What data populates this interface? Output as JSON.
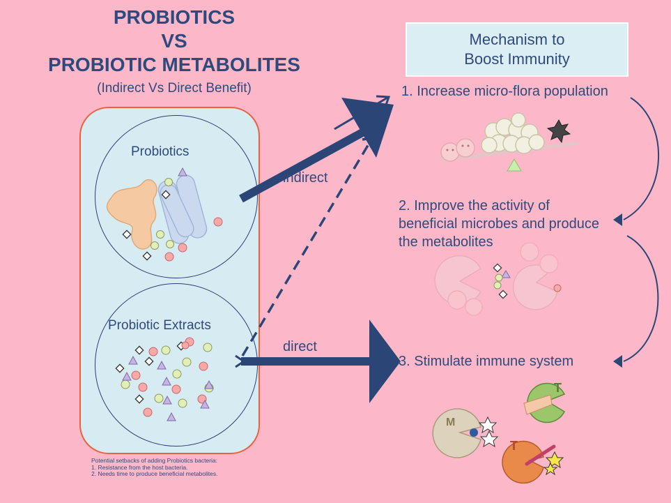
{
  "title": {
    "lines": [
      "PROBIOTICS",
      "VS",
      "PROBIOTIC METABOLITES"
    ],
    "subtitle": "(Indirect Vs Direct Benefit)"
  },
  "left_panel": {
    "probiotics_label": "Probiotics",
    "extracts_label": "Probiotic Extracts"
  },
  "mechanism": {
    "header": "Mechanism to\nBoost Immunity",
    "steps": [
      "1. Increase micro-flora population",
      "2. Improve the activity of\nbeneficial microbes and produce\nthe metabolites",
      "3. Stimulate immune system"
    ]
  },
  "arrows": {
    "indirect_label": "indirect",
    "direct_label": "direct"
  },
  "footnote": {
    "lines": [
      "Potential setbacks of adding Probiotics bacteria:",
      "1. Resistance from the host bacteria.",
      "2. Needs time to produce beneficial metabolites."
    ]
  },
  "colors": {
    "background": "#fcb8c9",
    "navy": "#2e4a7d",
    "panel_fill": "#d7ebf3",
    "panel_border": "#e8643f"
  },
  "icons": [
    "smiley-microbe-icon",
    "virus-icon",
    "balance-scale-icon",
    "pacman-microbe-icon",
    "t-cell-icon",
    "macrophage-icon",
    "sword-icon",
    "sparkle-icon"
  ]
}
